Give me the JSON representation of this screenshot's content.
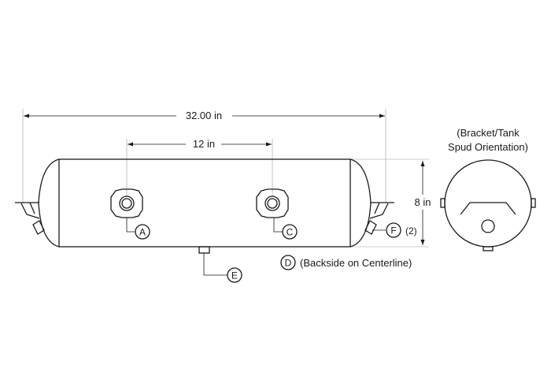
{
  "dimensions": {
    "overall_length": "32.00 in",
    "port_spacing": "12 in",
    "diameter": "8 in"
  },
  "callouts": {
    "a": "A",
    "c": "C",
    "d": "D",
    "d_note": "(Backside on Centerline)",
    "e": "E",
    "f": "F",
    "f_note": "(2)"
  },
  "end_view": {
    "caption_line1": "(Bracket/Tank",
    "caption_line2": "Spud Orientation)"
  }
}
